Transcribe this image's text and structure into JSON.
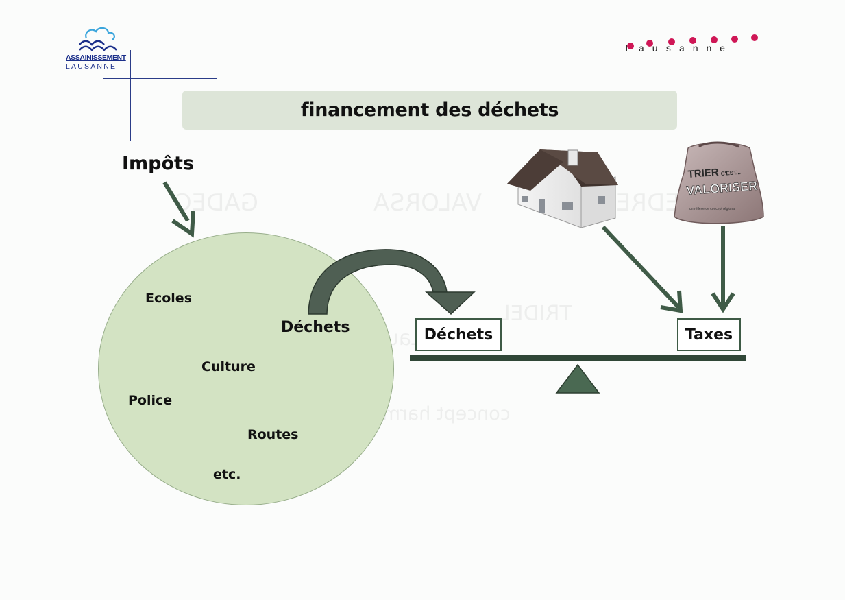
{
  "header": {
    "logo": {
      "line1": "ASSAINISSEMENT",
      "line2": "LAUSANNE",
      "icon": "waves-logo-icon"
    },
    "brand": {
      "name": "Lausanne",
      "dot_color": "#cf1756",
      "dots": 7
    }
  },
  "title": "financement des déchets",
  "diagram": {
    "impots_label": "Impôts",
    "circle_items": {
      "ecoles": "Ecoles",
      "dechets": "Déchets",
      "culture": "Culture",
      "police": "Police",
      "routes": "Routes",
      "etc": "etc."
    },
    "balance": {
      "left_box": "Déchets",
      "right_box": "Taxes"
    },
    "bag": {
      "line1": "TRIER",
      "line1_small": "C'EST...",
      "line2": "VALORISER",
      "line3": "un réflexe de concept régional"
    }
  },
  "colors": {
    "circle_fill": "#d3e3c3",
    "arrow": "#3f5b47",
    "title_bar": "#dde5d8",
    "beam": "#304737",
    "logo_blue": "#1b2f8a"
  }
}
